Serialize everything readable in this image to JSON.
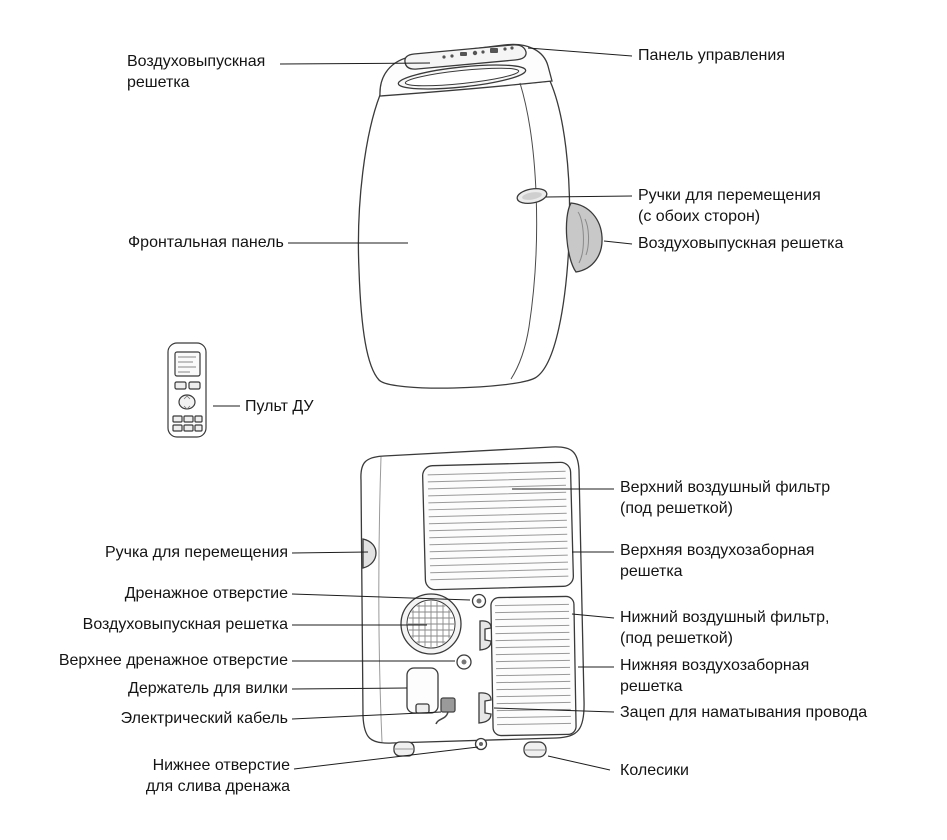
{
  "diagram": {
    "front_view": {
      "air_outlet_top": "Воздуховыпускная\nрешетка",
      "control_panel": "Панель управления",
      "handles": "Ручки для перемещения\n(с обоих сторон)",
      "front_panel": "Фронтальная панель",
      "air_outlet_side": "Воздуховыпускная решетка"
    },
    "remote_label": "Пульт ДУ",
    "rear_view": {
      "upper_air_filter": "Верхний воздушный фильтр\n(под решеткой)",
      "upper_intake_grille": "Верхняя воздухозаборная\nрешетка",
      "lower_air_filter": "Нижний воздушный фильтр,\n(под решеткой)",
      "lower_intake_grille": "Нижняя воздухозаборная\nрешетка",
      "cord_hook": "Зацеп для наматывания провода",
      "wheels": "Колесики",
      "handle": "Ручка для перемещения",
      "drain_hole": "Дренажное отверстие",
      "air_outlet_grille": "Воздуховыпускная решетка",
      "upper_drain_hole": "Верхнее дренажное отверстие",
      "plug_holder": "Держатель для вилки",
      "power_cable": "Электрический кабель",
      "bottom_drain_hole": "Нижнее отверстие\nдля слива дренажа"
    },
    "colors": {
      "outline": "#3a3a3a",
      "label_text": "#141414",
      "leader_line": "#1d1d1d",
      "background": "#ffffff"
    }
  }
}
